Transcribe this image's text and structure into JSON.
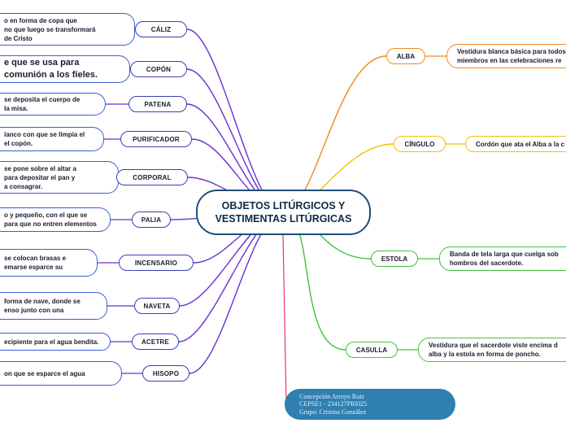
{
  "center": {
    "line1": "OBJETOS LITÚRGICOS  Y",
    "line2": "VESTIMENTAS LITÚRGICAS"
  },
  "left_items": [
    {
      "label": "CÁLIZ",
      "desc": "o en forma de copa que\nno que luego se transformará\nde Cristo"
    },
    {
      "label": "COPÓN",
      "desc": "e que se usa para\ncomunión a los fieles."
    },
    {
      "label": "PATENA",
      "desc": "se deposita el cuerpo de\nla misa."
    },
    {
      "label": "PURIFICADOR",
      "desc": "lanco con que se limpia el\nel copón."
    },
    {
      "label": "CORPORAL",
      "desc": "se pone sobre el altar a\npara depositar el pan y\na consagrar."
    },
    {
      "label": "PALIA",
      "desc": "o y pequeño, con el que se\npara que no entren elementos"
    },
    {
      "label": "INCENSARIO",
      "desc": "se colocan brasas e\nemarse esparce su"
    },
    {
      "label": "NAVETA",
      "desc": "forma de nave, donde se\nenso junto con una"
    },
    {
      "label": "ACETRE",
      "desc": "ecipiente para el agua bendita."
    },
    {
      "label": "HISOPO",
      "desc": "on que se esparce el agua"
    }
  ],
  "right_items": [
    {
      "label": "ALBA",
      "desc": "Vestidura blanca básica para todos\nmiembros en las celebraciones re"
    },
    {
      "label": "CÍNGULO",
      "desc": "Cordón que ata el Alba a la c"
    },
    {
      "label": "ESTOLA",
      "desc": "Banda de tela larga que cuelga sob\nhombros del sacerdote."
    },
    {
      "label": "CASULLA",
      "desc": "Vestidura que el sacerdote viste encima d\nalba y la estola en forma de poncho."
    }
  ],
  "credits": {
    "line1": "Concepción Arroyo Ruiz",
    "line2": "CEPSE1 - 234127PRI025",
    "line3": "Grupo: Cristina González"
  },
  "colors": {
    "left_branch": "#6a2fd0",
    "right_branch": "#f2c200",
    "alba": "#f08a1c",
    "cingulo": "#f2c200",
    "estola": "#3ec23e",
    "casulla": "#46c23a",
    "credits_line": "#e8355a",
    "center_border": "#1f4e79"
  }
}
